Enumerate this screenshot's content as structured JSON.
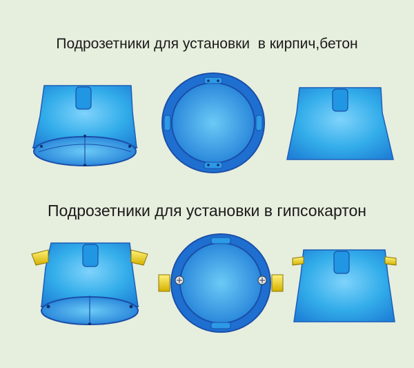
{
  "sections": [
    {
      "title": "Подрозетники для установки  в кирпич,бетон"
    },
    {
      "title": "Подрозетники для установки в гипсокартон"
    }
  ],
  "colors": {
    "background": "#e6eedd",
    "box_blue": "#2aa7e8",
    "box_dark_blue": "#1f6fd1",
    "outline": "#1a4fa8",
    "tab_yellow": "#f0d200"
  },
  "icons": [
    "screw-icon",
    "mounting-tab",
    "cable-knockout"
  ]
}
